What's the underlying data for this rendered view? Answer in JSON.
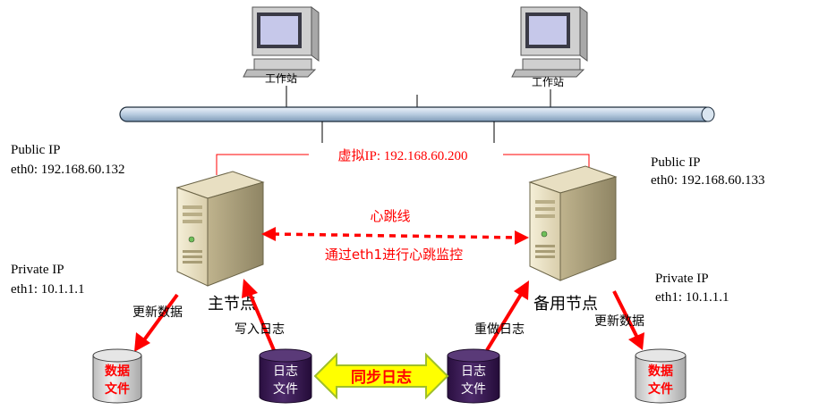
{
  "workstations": [
    {
      "label": "工作站"
    },
    {
      "label": "工作站"
    }
  ],
  "virtual_ip": "虚拟IP: 192.168.60.200",
  "heartbeat": {
    "label": "心跳线",
    "desc": "通过eth1进行心跳监控"
  },
  "left_node": {
    "public_ip_label": "Public IP",
    "public_ip": "eth0: 192.168.60.132",
    "private_ip_label": "Private IP",
    "private_ip": "eth1: 10.1.1.1",
    "name": "主节点",
    "update_label": "更新数据",
    "write_log_label": "写入日志"
  },
  "right_node": {
    "public_ip_label": "Public IP",
    "public_ip": "eth0: 192.168.60.133",
    "private_ip_label": "Private IP",
    "private_ip": "eth1: 10.1.1.1",
    "name": "备用节点",
    "update_label": "更新数据",
    "redo_log_label": "重做日志"
  },
  "storage": {
    "data_left": [
      "数据",
      "文件"
    ],
    "log_left": [
      "日志",
      "文件"
    ],
    "log_right": [
      "日志",
      "文件"
    ],
    "data_right": [
      "数据",
      "文件"
    ],
    "sync_label": "同步日志"
  },
  "colors": {
    "red": "#ff0000",
    "log_cylinder": "#3d1a59",
    "data_cylinder": "#d8d8d8",
    "bus": "#c8d8e8",
    "sync_arrow": "#ffff00"
  }
}
